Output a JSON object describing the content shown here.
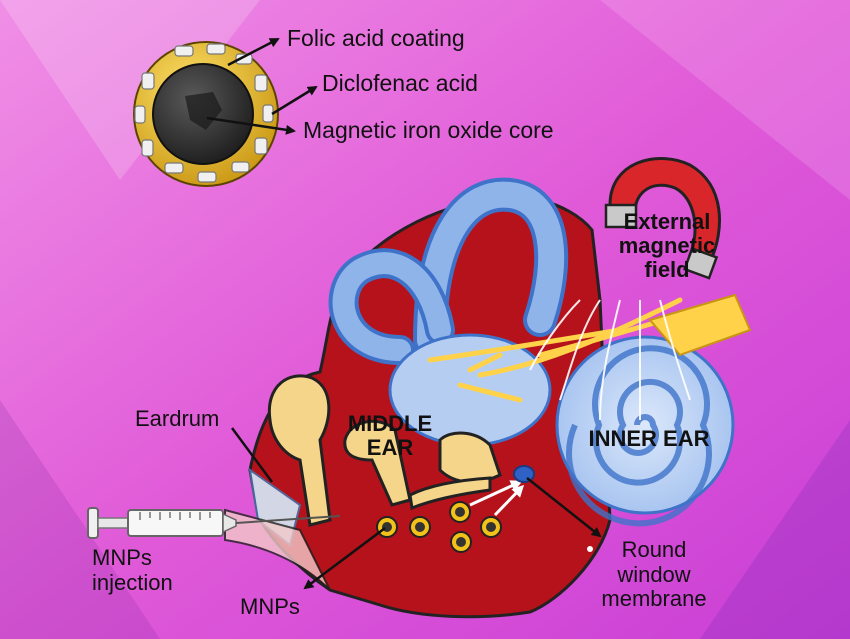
{
  "nanoparticle": {
    "labels": {
      "coating": "Folic acid coating",
      "drug": "Diclofenac acid",
      "core": "Magnetic iron oxide core"
    },
    "colors": {
      "shell": "#f2c21a",
      "core": "#333333",
      "ligand": "#f0f0f0"
    }
  },
  "ear": {
    "labels": {
      "magnet": "External\nmagnetic\nfield",
      "middle_ear": "MIDDLE\nEAR",
      "inner_ear": "INNER EAR",
      "eardrum": "Eardrum",
      "injection": "MNPs\ninjection",
      "mnps": "MNPs",
      "round_window": "Round\nwindow\nmembrane"
    },
    "colors": {
      "tissue": "#b5121b",
      "bone": "#f5d58a",
      "canal": "#8fb4ea",
      "canal_dark": "#3f73c9",
      "nerve": "#ffd24a",
      "magnet_red": "#d9262a",
      "magnet_tip": "#c9c9c9"
    }
  },
  "background": {
    "from": "#d94fd0",
    "to": "#f07ff0"
  }
}
